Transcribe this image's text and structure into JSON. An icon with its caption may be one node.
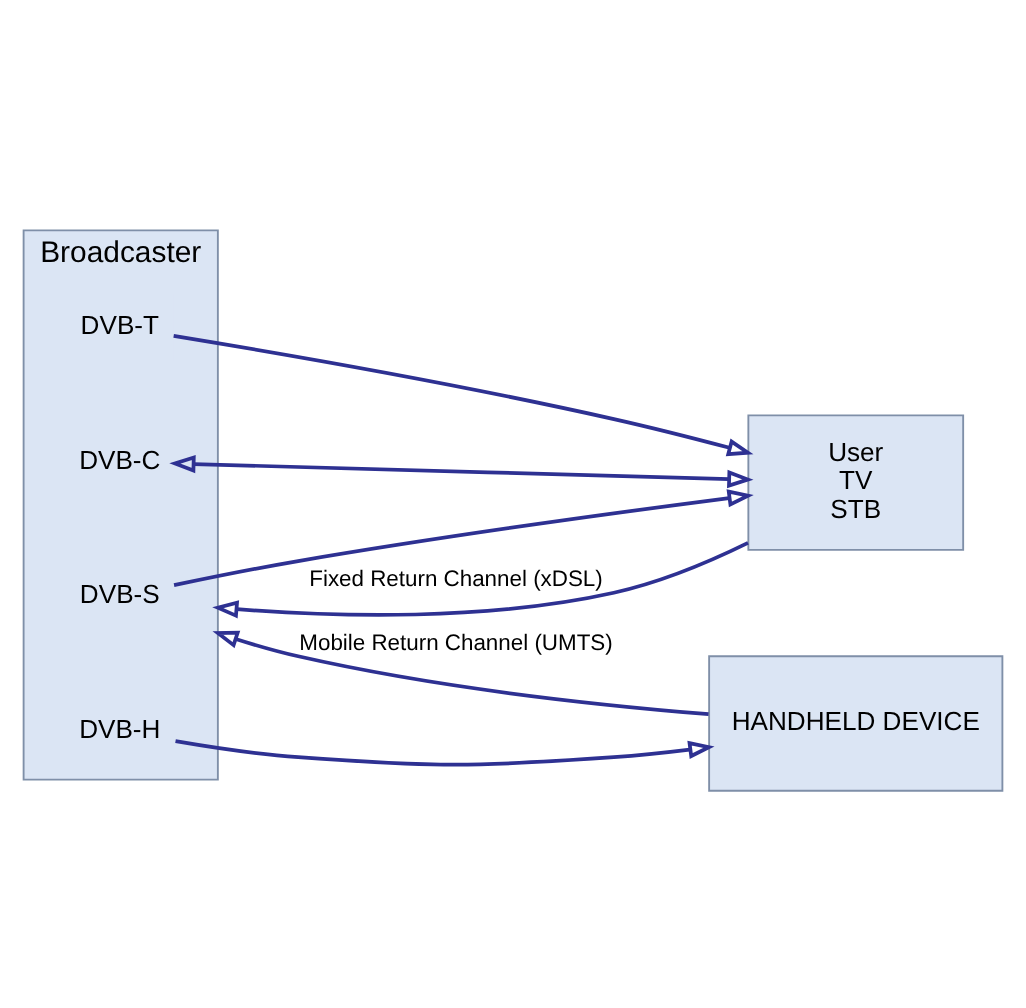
{
  "diagram": {
    "nodes": [
      {
        "text": [
          "Broadcaster"
        ]
      },
      {
        "text": [
          "DVB-S"
        ],
        "in": 0
      },
      {
        "text": [
          "DVB-T"
        ],
        "in": 0
      },
      {
        "text": [
          "DVB-C"
        ],
        "in": 0
      },
      {
        "text": [
          "DVB-H"
        ],
        "in": 0
      },
      {
        "text": [
          "User",
          "TV",
          "STB"
        ]
      },
      {
        "text": [
          "HANDHELD DEVICE"
        ]
      }
    ],
    "edges": [
      {
        "from": 1,
        "to": 5,
        "arrow": "to"
      },
      {
        "from": 2,
        "to": 5,
        "arrow": "to"
      },
      {
        "from": 3,
        "to": 5,
        "arrow": "both"
      },
      {
        "from": 5,
        "to": 0,
        "arrow": "to",
        "label": "Fixed Return Channel (xDSL)"
      },
      {
        "from": 6,
        "to": 0,
        "arrow": "to",
        "label": "Mobile Return Channel (UMTS)"
      },
      {
        "from": 4,
        "to": 6,
        "arrow": "to"
      }
    ]
  }
}
